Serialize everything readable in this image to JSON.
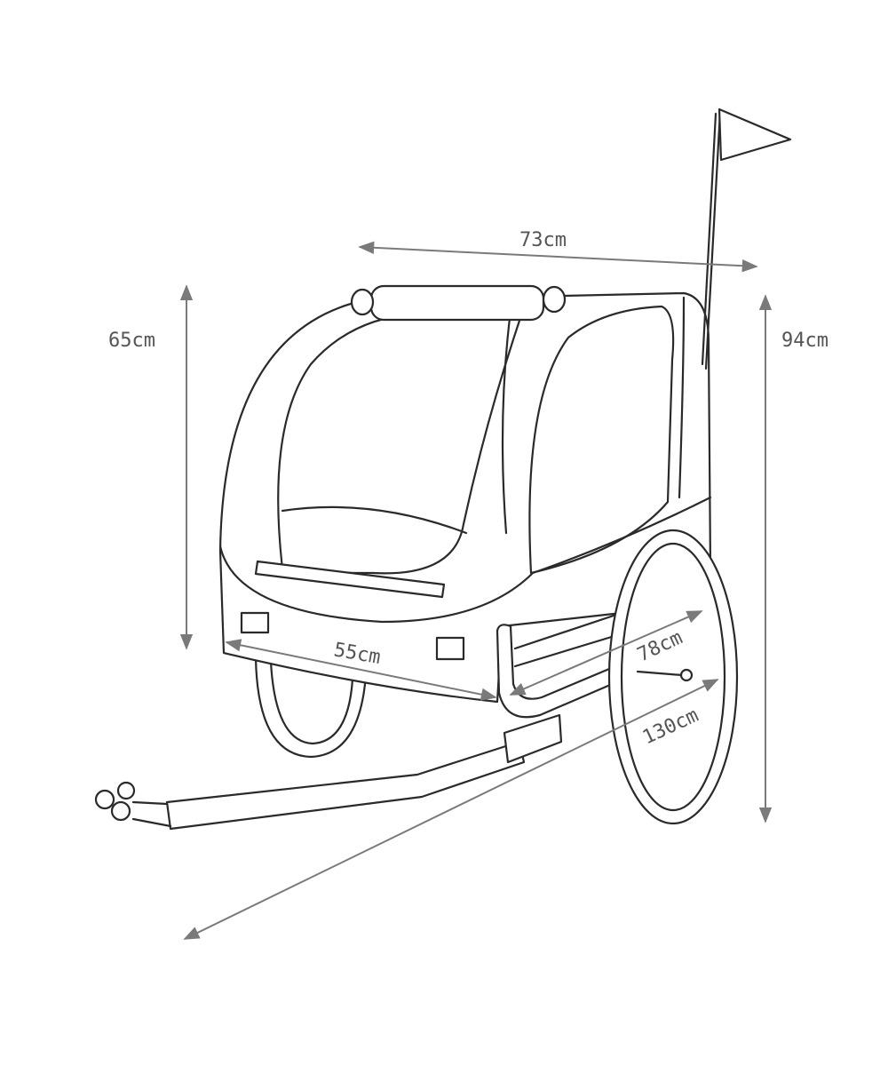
{
  "dimensions": {
    "width_top": "73cm",
    "height_body": "65cm",
    "height_total": "94cm",
    "width_front": "55cm",
    "depth_body": "78cm",
    "length_total": "130cm"
  },
  "colors": {
    "line": "#2a2a2a",
    "dimension": "#7a7a7a"
  }
}
